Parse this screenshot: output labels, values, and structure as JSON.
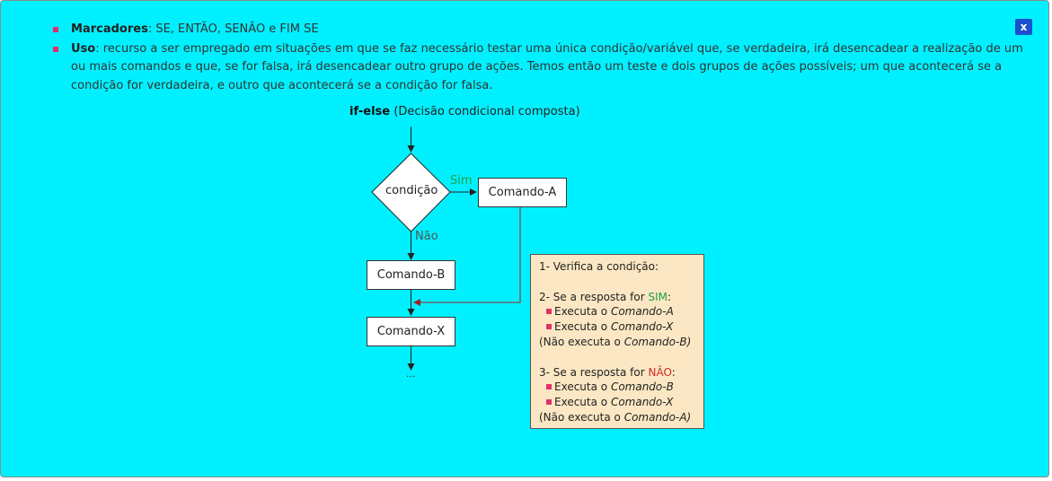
{
  "bullets": {
    "marcadores_label": "Marcadores",
    "marcadores_text": ": SE, ENTÃO, SENÃO e FIM SE",
    "uso_label": "Uso",
    "uso_text": ": recurso a ser empregado em situações em que se faz necessário testar uma única condição/variável que, se verdadeira, irá desencadear a realização de um ou mais comandos e que, se for falsa, irá desencadear outro grupo de ações. Temos então um teste e dois grupos de ações possíveis; um que acontecerá se a condição for verdadeira, e outro que acontecerá se a condição for falsa."
  },
  "close_label": "x",
  "flow": {
    "title_bold": "if-else",
    "title_rest": " (Decisão condicional composta)",
    "condition": "condição",
    "yes": "Sim",
    "no": "Não",
    "cmd_a": "Comando-A",
    "cmd_b": "Comando-B",
    "cmd_x": "Comando-X",
    "ellipsis": "..."
  },
  "info": {
    "step1": "1- Verifica a condição:",
    "step2_pre": "2- Se a resposta for ",
    "step2_key": "SIM",
    "step2_post": ":",
    "step2_a_pre": "Executa o ",
    "step2_a_cmd": "Comando-A",
    "step2_b_pre": "Executa o ",
    "step2_b_cmd": "Comando-X",
    "step2_note_pre": "(Não executa o ",
    "step2_note_cmd": "Comando-B)",
    "step3_pre": "3- Se a resposta for ",
    "step3_key": "NÃO",
    "step3_post": ":",
    "step3_a_pre": "Executa o ",
    "step3_a_cmd": "Comando-B",
    "step3_b_pre": "Executa o ",
    "step3_b_cmd": "Comando-X",
    "step3_note_pre": "(Não executa o ",
    "step3_note_cmd": "Comando-A)"
  },
  "colors": {
    "panel": "#00f0ff",
    "bullet": "#e0306a",
    "close": "#1a4fd0",
    "info_bg": "#fbe7c3",
    "yes": "#1fa046",
    "no_text": "#555555",
    "sim_highlight": "#1fa046",
    "nao_highlight": "#d02a2a"
  }
}
